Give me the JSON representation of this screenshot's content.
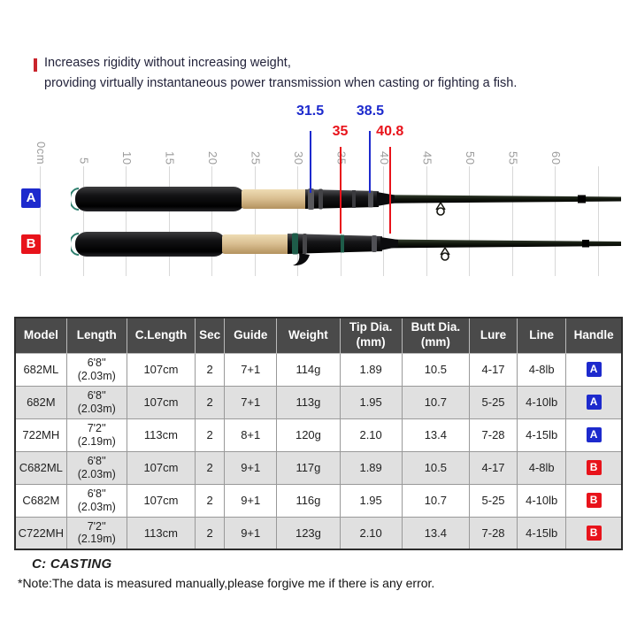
{
  "colors": {
    "handle_a_blue": "#1d2acd",
    "handle_b_red": "#e8131b",
    "accent_red": "#c9242c",
    "table_header_bg": "#4a4a4a",
    "table_alt_row": "#e0e0e0"
  },
  "header": {
    "line1": "Increases rigidity without increasing weight,",
    "line2": "providing virtually instantaneous power transmission when casting or fighting a fish."
  },
  "diagram": {
    "ruler_ticks": [
      {
        "label": "0cm",
        "cm": 0
      },
      {
        "label": "5",
        "cm": 5
      },
      {
        "label": "10",
        "cm": 10
      },
      {
        "label": "15",
        "cm": 15
      },
      {
        "label": "20",
        "cm": 20
      },
      {
        "label": "25",
        "cm": 25
      },
      {
        "label": "30",
        "cm": 30
      },
      {
        "label": "35",
        "cm": 35
      },
      {
        "label": "40",
        "cm": 40
      },
      {
        "label": "45",
        "cm": 45
      },
      {
        "label": "50",
        "cm": 50
      },
      {
        "label": "55",
        "cm": 55
      },
      {
        "label": "60",
        "cm": 60
      },
      {
        "label": "",
        "cm": 65
      }
    ],
    "measurements": [
      {
        "value": "31.5",
        "cm": 31.5,
        "rod": "A"
      },
      {
        "value": "35",
        "cm": 35,
        "rod": "B"
      },
      {
        "value": "38.5",
        "cm": 38.5,
        "rod": "A"
      },
      {
        "value": "40.8",
        "cm": 40.8,
        "rod": "B"
      }
    ],
    "rod_labels": [
      {
        "id": "A",
        "label": "A"
      },
      {
        "id": "B",
        "label": "B"
      }
    ]
  },
  "table": {
    "columns": [
      {
        "label": "Model"
      },
      {
        "label": "Length"
      },
      {
        "label": "C.Length"
      },
      {
        "label": "Sec"
      },
      {
        "label": "Guide"
      },
      {
        "label": "Weight"
      },
      {
        "label": "Tip Dia.",
        "sub": "(mm)"
      },
      {
        "label": "Butt Dia.",
        "sub": "(mm)"
      },
      {
        "label": "Lure"
      },
      {
        "label": "Line"
      },
      {
        "label": "Handle"
      }
    ],
    "rows": [
      {
        "model": "682ML",
        "length": "6'8''",
        "length_m": "(2.03m)",
        "c_length": "107cm",
        "sec": "2",
        "guide": "7+1",
        "weight": "114g",
        "tip_dia": "1.89",
        "butt_dia": "10.5",
        "lure": "4-17",
        "line": "4-8lb",
        "handle": "A"
      },
      {
        "model": "682M",
        "length": "6'8''",
        "length_m": "(2.03m)",
        "c_length": "107cm",
        "sec": "2",
        "guide": "7+1",
        "weight": "113g",
        "tip_dia": "1.95",
        "butt_dia": "10.7",
        "lure": "5-25",
        "line": "4-10lb",
        "handle": "A"
      },
      {
        "model": "722MH",
        "length": "7'2''",
        "length_m": "(2.19m)",
        "c_length": "113cm",
        "sec": "2",
        "guide": "8+1",
        "weight": "120g",
        "tip_dia": "2.10",
        "butt_dia": "13.4",
        "lure": "7-28",
        "line": "4-15lb",
        "handle": "A"
      },
      {
        "model": "C682ML",
        "length": "6'8''",
        "length_m": "(2.03m)",
        "c_length": "107cm",
        "sec": "2",
        "guide": "9+1",
        "weight": "117g",
        "tip_dia": "1.89",
        "butt_dia": "10.5",
        "lure": "4-17",
        "line": "4-8lb",
        "handle": "B"
      },
      {
        "model": "C682M",
        "length": "6'8''",
        "length_m": "(2.03m)",
        "c_length": "107cm",
        "sec": "2",
        "guide": "9+1",
        "weight": "116g",
        "tip_dia": "1.95",
        "butt_dia": "10.7",
        "lure": "5-25",
        "line": "4-10lb",
        "handle": "B"
      },
      {
        "model": "C722MH",
        "length": "7'2''",
        "length_m": "(2.19m)",
        "c_length": "113cm",
        "sec": "2",
        "guide": "9+1",
        "weight": "123g",
        "tip_dia": "2.10",
        "butt_dia": "13.4",
        "lure": "7-28",
        "line": "4-15lb",
        "handle": "B"
      }
    ]
  },
  "footer": {
    "casting": "C: CASTING",
    "note": "*Note:The data is measured manually,please forgive me if there is any error."
  }
}
